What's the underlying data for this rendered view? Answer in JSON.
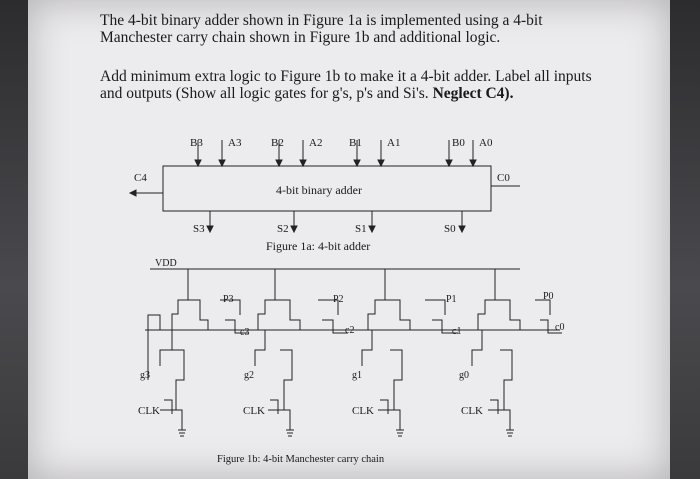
{
  "problem": {
    "paragraph1": "The 4-bit binary adder shown in Figure 1a is implemented using a 4-bit Manchester carry chain shown in Figure 1b and additional logic.",
    "paragraph2": "Add minimum extra logic to Figure 1b to make it a 4-bit adder. Label all inputs and outputs (Show all logic gates for g's, p's and Si's.",
    "paragraph2_bold": "Neglect C4)."
  },
  "figure1a": {
    "inputs": [
      "B3",
      "A3",
      "B2",
      "A2",
      "B1",
      "A1",
      "B0",
      "A0"
    ],
    "block_label": "4-bit binary adder",
    "carry_out": "C4",
    "carry_in": "C0",
    "outputs": [
      "S3",
      "S2",
      "S1",
      "S0"
    ],
    "caption": "Figure 1a: 4-bit adder"
  },
  "figure1b": {
    "vdd": "VDD",
    "p_labels": [
      "P3",
      "P2",
      "P1",
      "P0"
    ],
    "c_labels": [
      "c3",
      "c2",
      "c1",
      "c0"
    ],
    "g_labels": [
      "g3",
      "g2",
      "g1",
      "g0"
    ],
    "clk_labels": [
      "CLK",
      "CLK",
      "CLK",
      "CLK"
    ],
    "caption": "Figure 1b: 4-bit Manchester carry chain"
  }
}
